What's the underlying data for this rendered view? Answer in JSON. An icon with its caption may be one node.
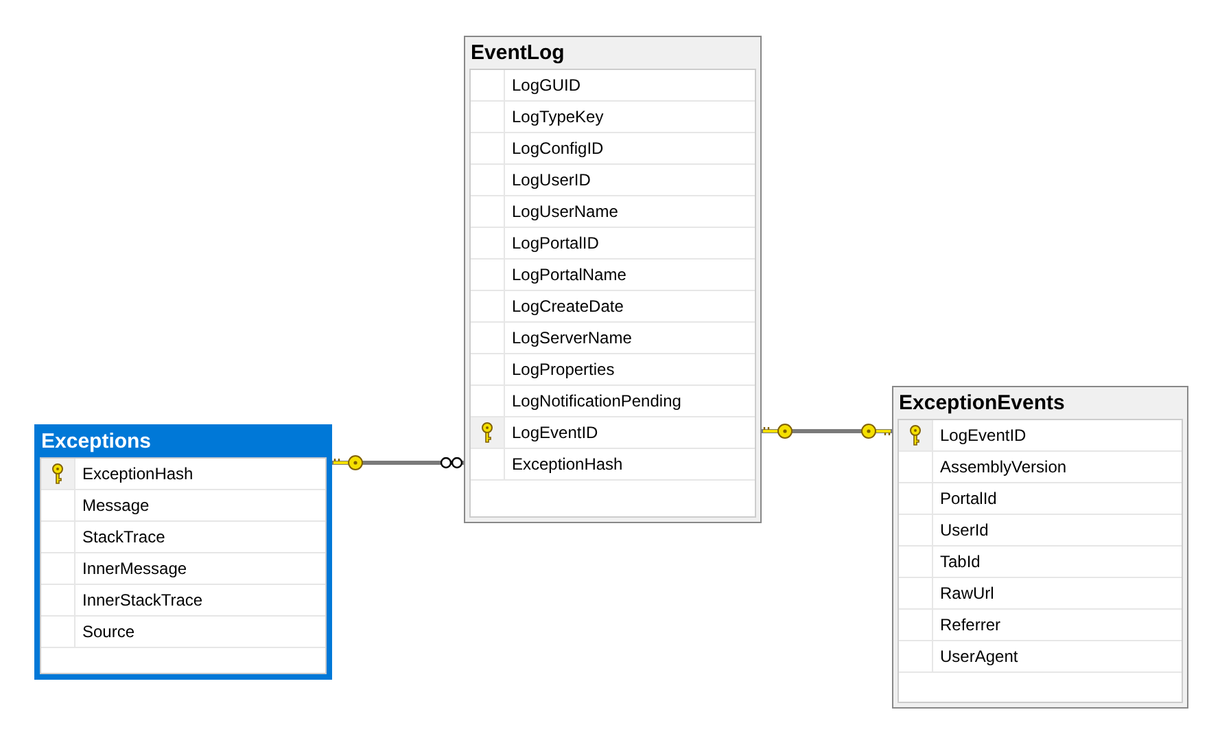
{
  "diagram": {
    "nodes": [
      {
        "text": [
          "EventLog"
        ]
      },
      {
        "text": [
          "LogGUID"
        ],
        "in": 0
      },
      {
        "text": [
          "LogTypeKey"
        ],
        "in": 0
      },
      {
        "text": [
          "LogConfigID"
        ],
        "in": 0
      },
      {
        "text": [
          "LogUserID"
        ],
        "in": 0
      },
      {
        "text": [
          "LogUserName"
        ],
        "in": 0
      },
      {
        "text": [
          "LogPortalID"
        ],
        "in": 0
      },
      {
        "text": [
          "LogPortalName"
        ],
        "in": 0
      },
      {
        "text": [
          "LogCreateDate"
        ],
        "in": 0
      },
      {
        "text": [
          "LogServerName"
        ],
        "in": 0
      },
      {
        "text": [
          "LogProperties"
        ],
        "in": 0
      },
      {
        "text": [
          "LogNotificationPending"
        ],
        "in": 0
      },
      {
        "text": [
          "LogEventID"
        ],
        "in": 0
      },
      {
        "text": [
          "ExceptionHash"
        ],
        "in": 0
      },
      {
        "text": [
          "Exceptions"
        ]
      },
      {
        "text": [
          "ExceptionHash"
        ],
        "in": 14
      },
      {
        "text": [
          "Message"
        ],
        "in": 14
      },
      {
        "text": [
          "StackTrace"
        ],
        "in": 14
      },
      {
        "text": [
          "InnerMessage"
        ],
        "in": 14
      },
      {
        "text": [
          "InnerStackTrace"
        ],
        "in": 14
      },
      {
        "text": [
          "Source"
        ],
        "in": 14
      },
      {
        "text": [
          "ExceptionEvents"
        ]
      },
      {
        "text": [
          "LogEventID"
        ],
        "in": 21
      },
      {
        "text": [
          "AssemblyVersion"
        ],
        "in": 21
      },
      {
        "text": [
          "PortalId"
        ],
        "in": 21
      },
      {
        "text": [
          "UserId"
        ],
        "in": 21
      },
      {
        "text": [
          "TabId"
        ],
        "in": 21
      },
      {
        "text": [
          "RawUrl"
        ],
        "in": 21
      },
      {
        "text": [
          "Referrer"
        ],
        "in": 21
      },
      {
        "text": [
          "UserAgent"
        ],
        "in": 21
      }
    ],
    "edges": [
      {
        "from": 0,
        "to": 14,
        "arrow": "other"
      },
      {
        "from": 0,
        "to": 21,
        "arrow": "other"
      }
    ]
  }
}
